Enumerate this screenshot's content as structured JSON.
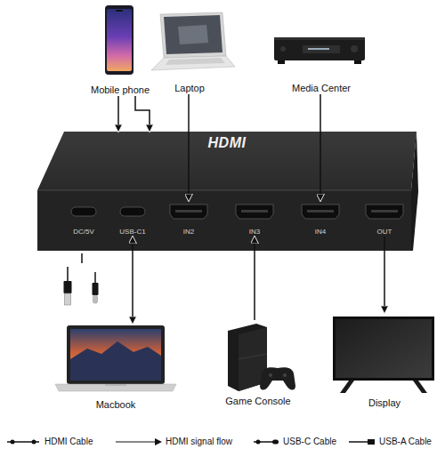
{
  "diagram": {
    "nodes": [
      {
        "text": [
          "Mobile phone"
        ]
      },
      {
        "text": [
          "Laptop"
        ]
      },
      {
        "text": [
          "Media Center"
        ]
      },
      {
        "text": [
          "HDMI"
        ]
      },
      {
        "text": [
          "DC/5V"
        ],
        "in": 3
      },
      {
        "text": [
          "USB-C1"
        ],
        "in": 3
      },
      {
        "text": [
          "IN2"
        ],
        "in": 3
      },
      {
        "text": [
          "IN3"
        ],
        "in": 3
      },
      {
        "text": [
          "IN4"
        ],
        "in": 3
      },
      {
        "text": [
          "OUT"
        ],
        "in": 3
      },
      {
        "text": [
          "Macbook"
        ]
      },
      {
        "text": [
          "Game Console"
        ]
      },
      {
        "text": [
          "Display"
        ]
      }
    ],
    "edges": [
      {
        "from": 0,
        "to": 3,
        "arrow": "to"
      },
      {
        "from": 0,
        "to": 3,
        "arrow": "to"
      },
      {
        "from": 1,
        "to": 6,
        "arrow": "to"
      },
      {
        "from": 2,
        "to": 8,
        "arrow": "to"
      },
      {
        "from": 5,
        "to": 10,
        "arrow": "both"
      },
      {
        "from": 11,
        "to": 7,
        "arrow": "to"
      },
      {
        "from": 9,
        "to": 12,
        "arrow": "to"
      }
    ],
    "legend": [
      {
        "text": "HDMI Cable"
      },
      {
        "text": "HDMI signal flow"
      },
      {
        "text": "USB-C Cable"
      },
      {
        "text": "USB-A Cable"
      }
    ]
  }
}
